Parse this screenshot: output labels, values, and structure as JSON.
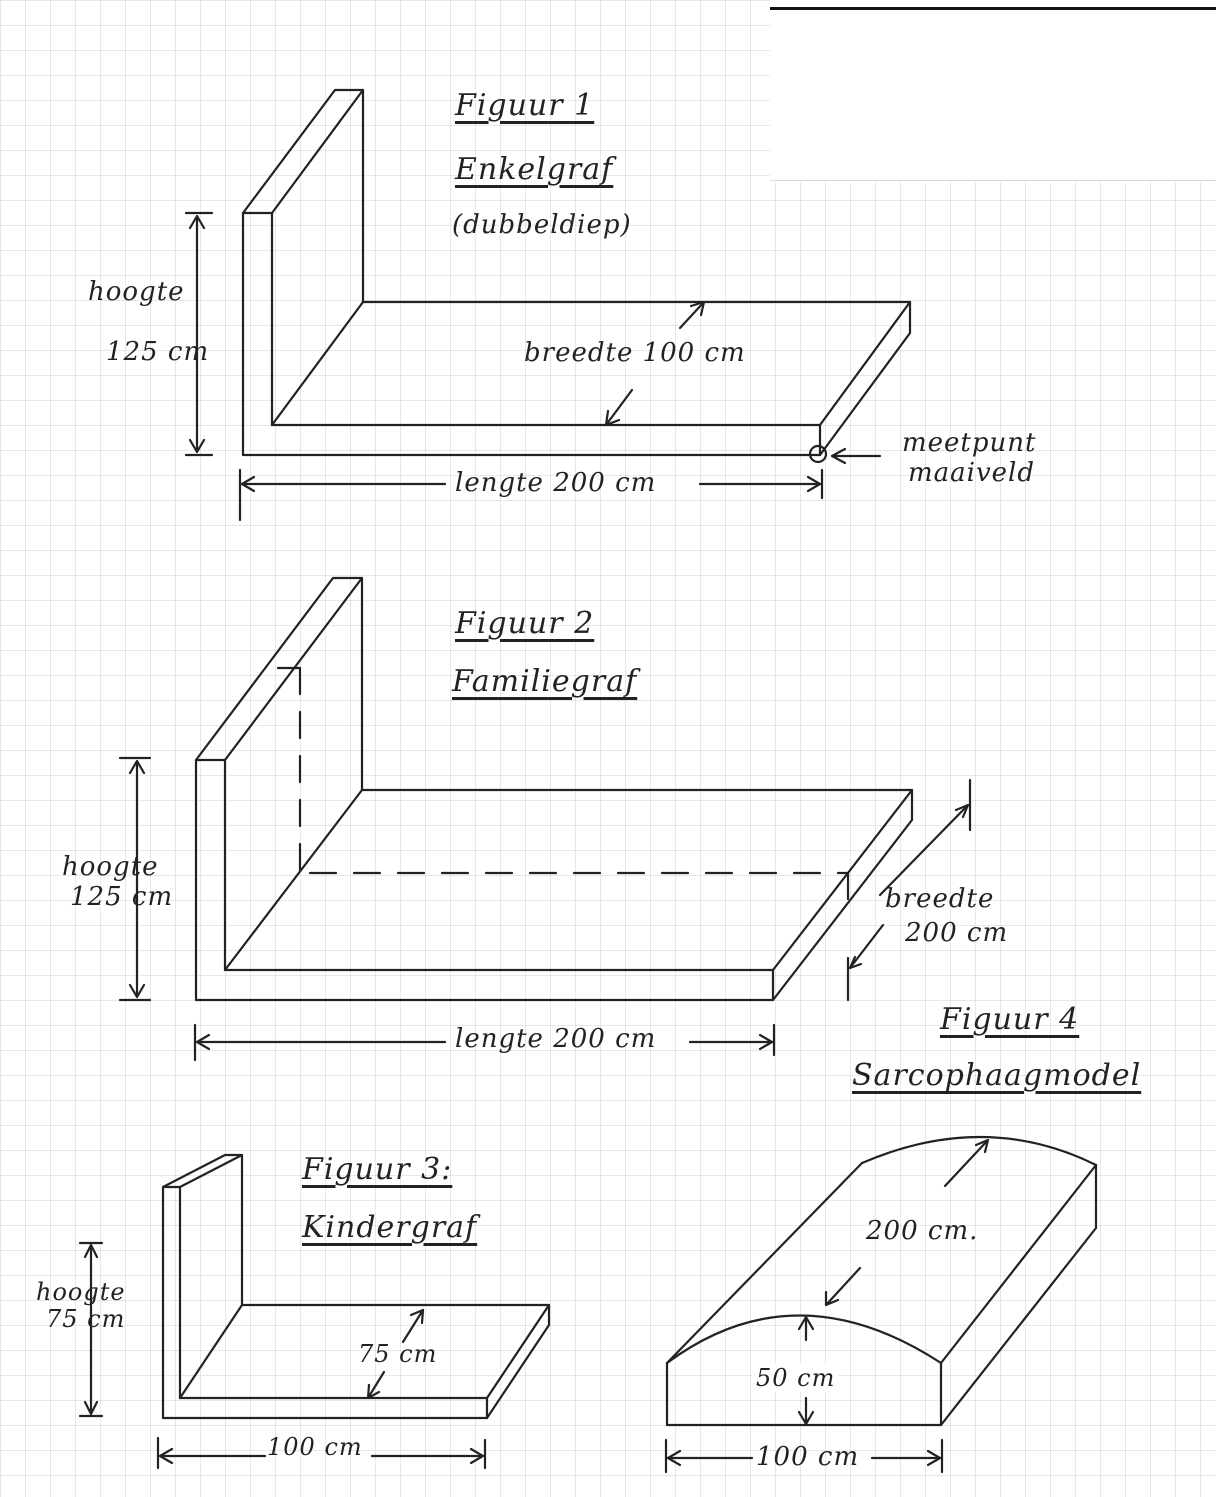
{
  "figure1": {
    "title": "Figuur 1",
    "subtitle": "Enkelgraf",
    "note": "(dubbeldiep)",
    "height_word": "hoogte",
    "height_value": "125 cm",
    "width_label": "breedte 100 cm",
    "length_label": "lengte 200 cm",
    "marker_line1": "meetpunt",
    "marker_line2": "maaiveld"
  },
  "figure2": {
    "title": "Figuur 2",
    "subtitle": "Familiegraf",
    "height_word": "hoogte",
    "height_value": "125 cm",
    "width_word": "breedte",
    "width_value": "200 cm",
    "length_label": "lengte 200 cm"
  },
  "figure3": {
    "title": "Figuur 3:",
    "subtitle": "Kindergraf",
    "height_word": "hoogte",
    "height_value": "75 cm",
    "width_label": "75 cm",
    "length_label": "100 cm"
  },
  "figure4": {
    "title": "Figuur 4",
    "subtitle": "Sarcophaagmodel",
    "length_label": "200 cm.",
    "height_label": "50 cm",
    "width_label": "100 cm"
  },
  "colors": {
    "ink": "#222222",
    "grid": "#c8c8c8"
  }
}
